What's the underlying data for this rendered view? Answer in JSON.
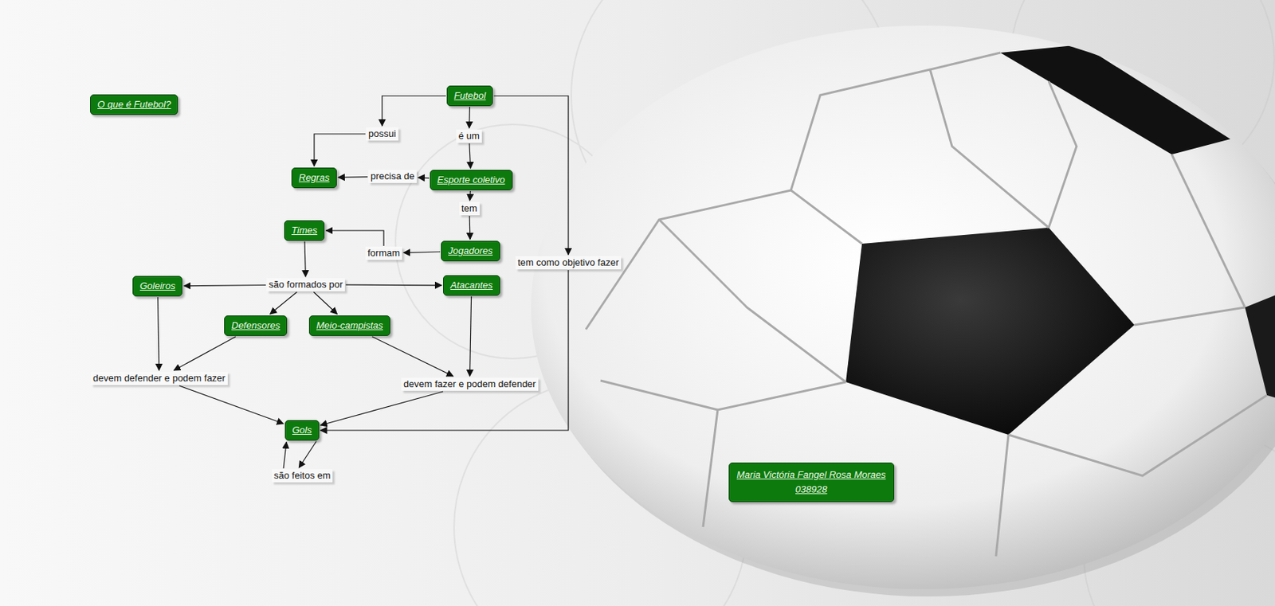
{
  "diagram": {
    "nodes": [
      {
        "text": [
          "O que é Futebol?"
        ]
      },
      {
        "text": [
          "Futebol"
        ]
      },
      {
        "text": [
          "possui"
        ]
      },
      {
        "text": [
          "é um"
        ]
      },
      {
        "text": [
          "Regras"
        ]
      },
      {
        "text": [
          "precisa de"
        ]
      },
      {
        "text": [
          "Esporte coletivo"
        ]
      },
      {
        "text": [
          "tem"
        ]
      },
      {
        "text": [
          "Times"
        ]
      },
      {
        "text": [
          "formam"
        ]
      },
      {
        "text": [
          "Jogadores"
        ]
      },
      {
        "text": [
          "tem como objetivo fazer"
        ]
      },
      {
        "text": [
          "são formados por"
        ]
      },
      {
        "text": [
          "Goleiros"
        ]
      },
      {
        "text": [
          "Atacantes"
        ]
      },
      {
        "text": [
          "Defensores"
        ]
      },
      {
        "text": [
          "Meio-campistas"
        ]
      },
      {
        "text": [
          "devem defender e podem fazer"
        ]
      },
      {
        "text": [
          "devem fazer e podem defender"
        ]
      },
      {
        "text": [
          "Gols"
        ]
      },
      {
        "text": [
          "são feitos em"
        ]
      },
      {
        "text": [
          "Maria Victória Fangel Rosa Moraes",
          "038928"
        ]
      }
    ],
    "edges": [
      {
        "from": 1,
        "to": 2,
        "arrow": "to"
      },
      {
        "from": 2,
        "to": 4,
        "arrow": "to"
      },
      {
        "from": 1,
        "to": 3,
        "arrow": "to"
      },
      {
        "from": 3,
        "to": 6,
        "arrow": "to"
      },
      {
        "from": 6,
        "to": 5,
        "arrow": "to"
      },
      {
        "from": 5,
        "to": 4,
        "arrow": "to"
      },
      {
        "from": 6,
        "to": 7,
        "arrow": "to"
      },
      {
        "from": 7,
        "to": 10,
        "arrow": "to"
      },
      {
        "from": 10,
        "to": 9,
        "arrow": "to"
      },
      {
        "from": 9,
        "to": 8,
        "arrow": "to"
      },
      {
        "from": 1,
        "to": 11,
        "arrow": "to"
      },
      {
        "from": 11,
        "to": 19,
        "arrow": "to"
      },
      {
        "from": 8,
        "to": 12,
        "arrow": "to"
      },
      {
        "from": 12,
        "to": 13,
        "arrow": "to"
      },
      {
        "from": 12,
        "to": 14,
        "arrow": "to"
      },
      {
        "from": 12,
        "to": 15,
        "arrow": "to"
      },
      {
        "from": 12,
        "to": 16,
        "arrow": "to"
      },
      {
        "from": 13,
        "to": 17,
        "arrow": "to"
      },
      {
        "from": 15,
        "to": 17,
        "arrow": "to"
      },
      {
        "from": 16,
        "to": 18,
        "arrow": "to"
      },
      {
        "from": 14,
        "to": 18,
        "arrow": "to"
      },
      {
        "from": 17,
        "to": 19,
        "arrow": "to"
      },
      {
        "from": 18,
        "to": 19,
        "arrow": "to"
      },
      {
        "from": 19,
        "to": 20,
        "arrow": "to"
      },
      {
        "from": 20,
        "to": 19,
        "arrow": "to"
      }
    ]
  }
}
